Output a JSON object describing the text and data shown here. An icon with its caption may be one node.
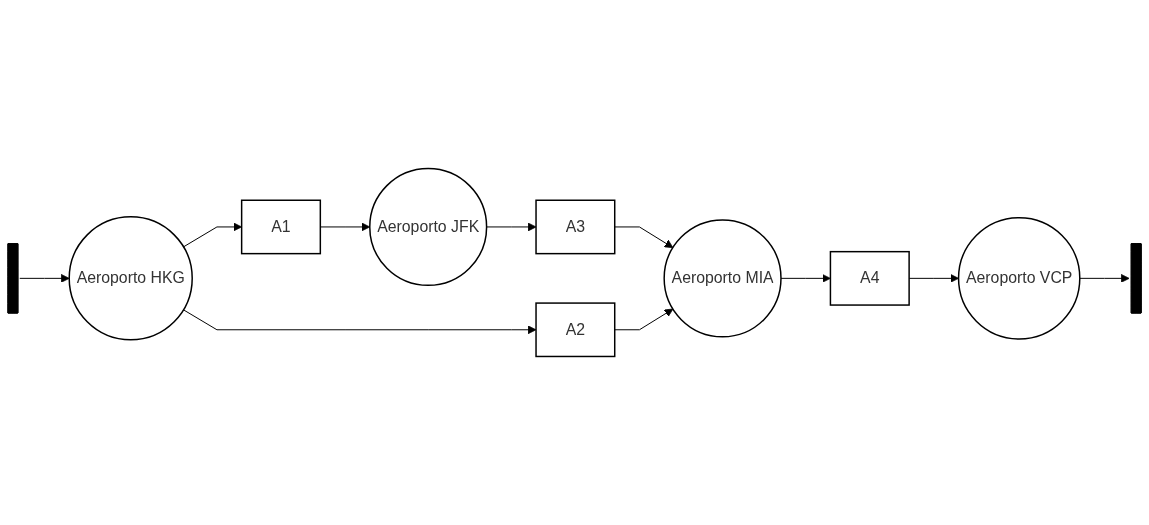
{
  "diagram": {
    "nodes": [
      {
        "text": [],
        "shape": "bar"
      },
      {
        "text": [
          "Aeroporto HKG"
        ]
      },
      {
        "text": [
          "A1"
        ]
      },
      {
        "text": [
          "Aeroporto JFK"
        ]
      },
      {
        "text": [
          "A3"
        ]
      },
      {
        "text": [
          "A2"
        ]
      },
      {
        "text": [
          "Aeroporto MIA"
        ]
      },
      {
        "text": [
          "A4"
        ]
      },
      {
        "text": [
          "Aeroporto VCP"
        ]
      },
      {
        "text": [],
        "shape": "bar"
      }
    ],
    "edges": [
      {
        "from": 0,
        "to": 1,
        "arrow": "to"
      },
      {
        "from": 1,
        "to": 2,
        "arrow": "to"
      },
      {
        "from": 1,
        "to": 5,
        "arrow": "to"
      },
      {
        "from": 2,
        "to": 3,
        "arrow": "to"
      },
      {
        "from": 3,
        "to": 4,
        "arrow": "to"
      },
      {
        "from": 4,
        "to": 6,
        "arrow": "to"
      },
      {
        "from": 5,
        "to": 6,
        "arrow": "to"
      },
      {
        "from": 6,
        "to": 7,
        "arrow": "to"
      },
      {
        "from": 7,
        "to": 8,
        "arrow": "to"
      },
      {
        "from": 8,
        "to": 9,
        "arrow": "to"
      }
    ]
  }
}
